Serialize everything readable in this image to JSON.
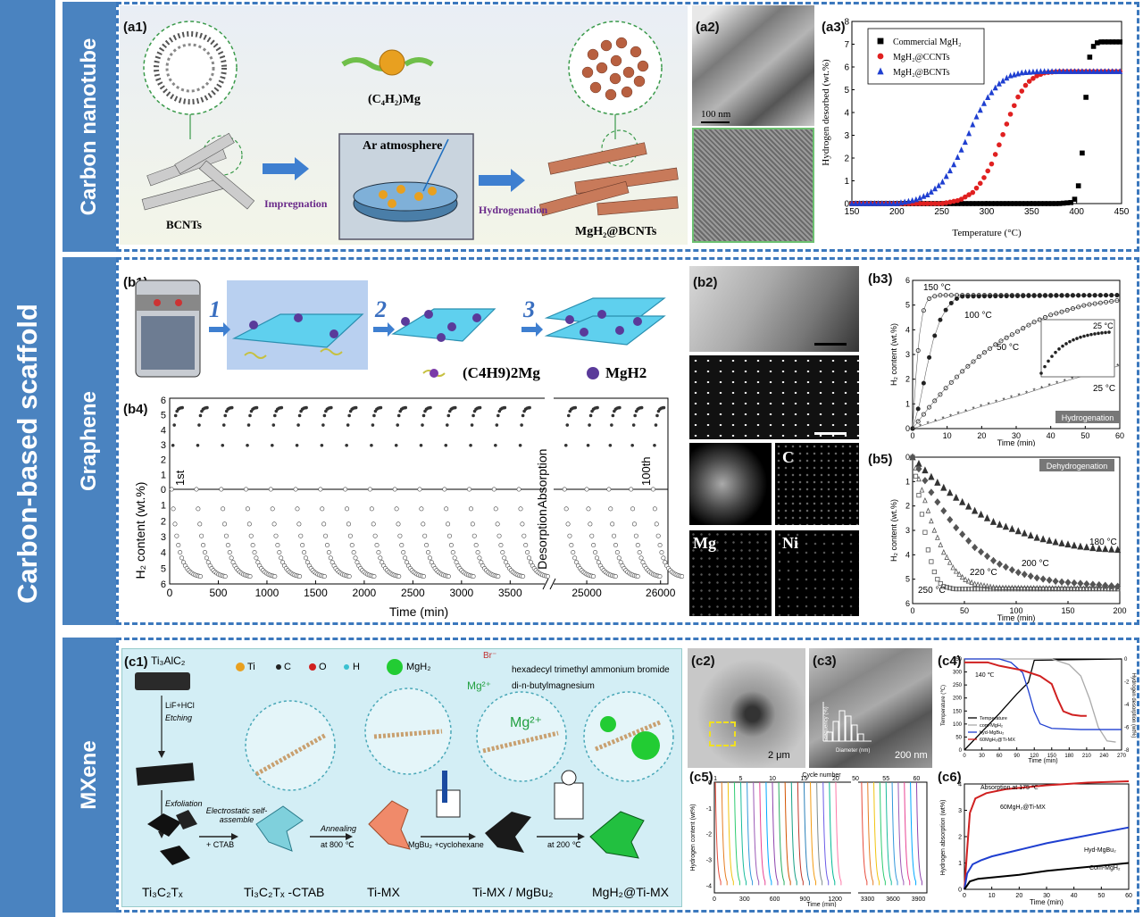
{
  "sidebar": {
    "main_title": "Carbon-based scaffold"
  },
  "sections": {
    "carbon_nanotube": {
      "title": "Carbon nanotube"
    },
    "graphene": {
      "title": "Graphene"
    },
    "mxene": {
      "title": "MXene"
    }
  },
  "panel_labels": {
    "a1": "(a1)",
    "a2": "(a2)",
    "a3": "(a3)",
    "b1": "(b1)",
    "b2": "(b2)",
    "b3": "(b3)",
    "b4": "(b4)",
    "b5": "(b5)",
    "c1": "(c1)",
    "c2": "(c2)",
    "c3": "(c3)",
    "c4": "(c4)",
    "c5": "(c5)",
    "c6": "(c6)"
  },
  "a1": {
    "precursor": "(C₄H₂)Mg",
    "atmosphere": "Ar atmosphere",
    "impregnation": "Impregnation",
    "hydrogenation": "Hydrogenation",
    "bcnts": "BCNTs",
    "product": "MgH₂@BCNTs"
  },
  "a2": {
    "scale": "100 nm"
  },
  "a3": {
    "ylabel": "Hydrogen desorbed (wt.%)",
    "xlabel": "Temperature (°C)",
    "legend": [
      "Commercial MgH₂",
      "MgH₂@CCNTs",
      "MgH₂@BCNTs"
    ],
    "colors": [
      "#000000",
      "#e02020",
      "#1f3fd0"
    ]
  },
  "b1": {
    "steps": [
      "1",
      "2",
      "3"
    ],
    "legend_precursor": "(C4H9)2Mg",
    "legend_hydride": "MgH2"
  },
  "b2": {
    "map_labels": [
      "C",
      "Mg",
      "Ni"
    ]
  },
  "b3": {
    "ylabel": "H₂ content (wt.%)",
    "xlabel": "Time (min)",
    "tag": "Hydrogenation",
    "curve_labels": [
      "150 °C",
      "100 °C",
      "50 °C",
      "25 °C",
      "25 °C"
    ]
  },
  "b4": {
    "ylabel": "H₂ content (wt.%)",
    "xlabel": "Time (min)",
    "absorption": "Absorption",
    "desorption": "Desorption",
    "first": "1st",
    "last": "100th"
  },
  "b5": {
    "ylabel": "H₂ content (wt.%)",
    "xlabel": "Time (min)",
    "tag": "Dehydrogenation",
    "curve_labels": [
      "180 °C",
      "200 °C",
      "220 °C",
      "250 °C"
    ]
  },
  "c1": {
    "start": "Ti₃AlC₂",
    "etch_reagent": "LiF+HCl",
    "etch": "Etching",
    "exfoliation": "Exfoliation",
    "elements": [
      "Ti",
      "C",
      "O",
      "H",
      "MgH₂"
    ],
    "ctab_name": "hexadecyl trimethyl ammonium bromide",
    "mgbu_name": "di-n-butylmagnesium",
    "br": "Br⁻",
    "mg2": "Mg²⁺",
    "mg2b": "Mg²⁺",
    "electro": "Electrostatic self-assemble",
    "ctab": "+ CTAB",
    "annealing": "Annealing",
    "anneal_temp": "at 800 ℃",
    "mgbu_solvent": "MgBu₂ +cyclohexane",
    "hyd_temp": "at 200 ℃",
    "stages": [
      "Ti₃C₂Tₓ",
      "Ti₃C₂Tₓ -CTAB",
      "Ti-MX",
      "Ti-MX / MgBu₂",
      "MgH₂@Ti-MX"
    ]
  },
  "c2": {
    "scale": "2 μm"
  },
  "c3": {
    "scale": "200 nm",
    "ylabel": "Frequency (%)",
    "xlabel": "Diameter (nm)"
  },
  "c4": {
    "ylabel_left": "Temperature (℃)",
    "ylabel_right": "Hydrogen desorption (wt%)",
    "xlabel": "Time (min)",
    "temp_note": "140 ℃",
    "legend": [
      "Temperature",
      "com-MgH₂",
      "hyd-MgBu₂",
      "60MgH₂@Ti-MX"
    ]
  },
  "c5": {
    "title": "Cycle number",
    "ylabel": "Hydrogen content (wt%)",
    "xlabel": "Time (min)"
  },
  "c6": {
    "ylabel": "Hydrogen absorption (wt%)",
    "xlabel": "Time (min)",
    "note": "Absorption at 175 ℃",
    "curve_labels": [
      "60MgH₂@Ti-MX",
      "Hyd-MgBu₂",
      "Com-MgH₂"
    ]
  },
  "chart_data": [
    {
      "id": "a3",
      "type": "scatter",
      "xlabel": "Temperature (°C)",
      "ylabel": "Hydrogen desorbed (wt.%)",
      "xlim": [
        150,
        450
      ],
      "ylim": [
        0,
        8
      ],
      "xticks": [
        150,
        200,
        250,
        300,
        350,
        400,
        450
      ],
      "yticks": [
        0,
        1,
        2,
        3,
        4,
        5,
        6,
        7,
        8
      ],
      "series": [
        {
          "name": "Commercial MgH₂",
          "x": [
            150,
            200,
            250,
            300,
            350,
            380,
            395,
            400,
            405,
            410,
            415,
            420,
            425,
            430,
            450
          ],
          "y": [
            0,
            0,
            0,
            0,
            0,
            0,
            0.05,
            0.3,
            1.5,
            4.5,
            6.6,
            7.0,
            7.1,
            7.1,
            7.1
          ]
        },
        {
          "name": "MgH₂@CCNTs",
          "x": [
            150,
            250,
            270,
            285,
            295,
            305,
            315,
            325,
            335,
            345,
            355,
            365,
            380,
            450
          ],
          "y": [
            0,
            0,
            0.15,
            0.5,
            1.0,
            1.7,
            2.7,
            3.8,
            4.7,
            5.3,
            5.6,
            5.75,
            5.8,
            5.8
          ]
        },
        {
          "name": "MgH₂@BCNTs",
          "x": [
            150,
            200,
            220,
            235,
            250,
            262,
            275,
            287,
            300,
            312,
            325,
            340,
            360,
            450
          ],
          "y": [
            0,
            0,
            0.15,
            0.4,
            0.9,
            1.6,
            2.6,
            3.7,
            4.6,
            5.2,
            5.6,
            5.75,
            5.8,
            5.8
          ]
        }
      ]
    },
    {
      "id": "b3",
      "type": "scatter",
      "xlabel": "Time (min)",
      "ylabel": "H₂ content (wt.%)",
      "xlim": [
        0,
        60
      ],
      "ylim": [
        0,
        6
      ],
      "xticks": [
        0,
        10,
        20,
        30,
        40,
        50,
        60
      ],
      "yticks": [
        0,
        1,
        2,
        3,
        4,
        5,
        6
      ],
      "series": [
        {
          "x": [
            0,
            1,
            2,
            3,
            4,
            5,
            6,
            8,
            60
          ],
          "y": [
            0,
            2.2,
            3.8,
            4.7,
            5.1,
            5.3,
            5.35,
            5.4,
            5.4
          ]
        },
        {
          "x": [
            0,
            2,
            4,
            6,
            8,
            10,
            12,
            14,
            60
          ],
          "y": [
            0,
            1.0,
            2.4,
            3.6,
            4.4,
            4.9,
            5.2,
            5.35,
            5.4
          ]
        },
        {
          "x": [
            0,
            5,
            10,
            15,
            20,
            25,
            30,
            35,
            40,
            45,
            50,
            55,
            60
          ],
          "y": [
            0,
            0.9,
            1.7,
            2.4,
            3.0,
            3.5,
            3.9,
            4.3,
            4.6,
            4.8,
            5.0,
            5.1,
            5.2
          ]
        },
        {
          "x": [
            0,
            10,
            20,
            30,
            40,
            50,
            60
          ],
          "y": [
            0,
            0.45,
            0.9,
            1.3,
            1.75,
            2.15,
            2.55
          ]
        }
      ]
    },
    {
      "id": "b5",
      "type": "scatter",
      "xlabel": "Time (min)",
      "ylabel": "H₂ content (wt.%)",
      "xlim": [
        0,
        200
      ],
      "ylim": [
        6,
        0
      ],
      "xticks": [
        0,
        50,
        100,
        150,
        200
      ],
      "yticks": [
        0,
        1,
        2,
        3,
        4,
        5,
        6
      ],
      "series": [
        {
          "name": "180 °C",
          "x": [
            0,
            20,
            40,
            60,
            80,
            100,
            120,
            140,
            160,
            180,
            200
          ],
          "y": [
            0,
            0.9,
            1.6,
            2.2,
            2.7,
            3.0,
            3.3,
            3.5,
            3.65,
            3.75,
            3.8
          ]
        },
        {
          "name": "200 °C",
          "x": [
            0,
            20,
            40,
            60,
            80,
            100,
            120,
            140,
            200
          ],
          "y": [
            0,
            1.6,
            2.8,
            3.7,
            4.3,
            4.7,
            4.95,
            5.1,
            5.3
          ]
        },
        {
          "name": "220 °C",
          "x": [
            0,
            10,
            20,
            30,
            40,
            50,
            60,
            80,
            200
          ],
          "y": [
            0,
            1.5,
            2.9,
            3.9,
            4.6,
            5.0,
            5.2,
            5.35,
            5.4
          ]
        },
        {
          "name": "250 °C",
          "x": [
            0,
            5,
            10,
            15,
            20,
            25,
            30,
            40,
            200
          ],
          "y": [
            0,
            1.3,
            2.6,
            3.8,
            4.6,
            5.1,
            5.3,
            5.4,
            5.4
          ]
        }
      ]
    },
    {
      "id": "b4",
      "type": "scatter",
      "xlabel": "Time (min)",
      "ylabel": "H₂ content (wt.%)",
      "xticks": [
        0,
        500,
        1000,
        1500,
        2000,
        2500,
        3000,
        3500,
        25000,
        26000
      ],
      "ylim_absorption": [
        0,
        6
      ],
      "ylim_desorption": [
        0,
        6
      ],
      "absorption_max": 5.5,
      "desorption_max": 5.6
    },
    {
      "id": "c4",
      "type": "line",
      "xlabel": "Time (min)",
      "ylabel": "Temperature (℃)",
      "xlim": [
        0,
        270
      ],
      "ylim": [
        0,
        350
      ],
      "xticks": [
        0,
        30,
        60,
        90,
        120,
        150,
        180,
        210,
        240,
        270
      ],
      "yticks": [
        0,
        50,
        100,
        150,
        200,
        250,
        300,
        350
      ],
      "series": [
        {
          "name": "Temperature",
          "x": [
            0,
            30,
            60,
            90,
            110,
            120,
            270
          ],
          "y": [
            0,
            70,
            140,
            215,
            260,
            345,
            350
          ]
        },
        {
          "name": "com-MgH₂",
          "x": [
            0,
            150,
            180,
            200,
            215,
            230,
            245,
            260
          ],
          "y": [
            0,
            0,
            -0.5,
            -1.5,
            -3.5,
            -6.0,
            -7.2,
            -7.3
          ]
        },
        {
          "name": "hyd-MgBu₂",
          "x": [
            0,
            60,
            80,
            100,
            110,
            120,
            130,
            150,
            200,
            270
          ],
          "y": [
            0,
            0,
            -0.3,
            -1.2,
            -2.8,
            -4.6,
            -5.7,
            -6.1,
            -6.2,
            -6.2
          ]
        },
        {
          "name": "60MgH₂@Ti-MX",
          "x": [
            0,
            40,
            60,
            100,
            130,
            150,
            160,
            170,
            185,
            200,
            210
          ],
          "y": [
            -0.3,
            -0.3,
            -0.6,
            -1.0,
            -1.5,
            -2.2,
            -3.5,
            -4.6,
            -4.9,
            -5.0,
            -5.0
          ]
        }
      ]
    },
    {
      "id": "c6",
      "type": "line",
      "xlabel": "Time (min)",
      "ylabel": "Hydrogen absorption (wt%)",
      "xlim": [
        0,
        60
      ],
      "ylim": [
        0,
        4
      ],
      "xticks": [
        0,
        10,
        20,
        30,
        40,
        50,
        60
      ],
      "yticks": [
        0,
        1,
        2,
        3,
        4
      ],
      "series": [
        {
          "name": "60MgH₂@Ti-MX",
          "x": [
            0,
            1,
            2,
            4,
            8,
            15,
            30,
            45,
            60
          ],
          "y": [
            0,
            1.5,
            2.9,
            3.45,
            3.65,
            3.8,
            3.95,
            4.05,
            4.1
          ]
        },
        {
          "name": "Hyd-MgBu₂",
          "x": [
            0,
            1,
            3,
            6,
            10,
            20,
            30,
            40,
            50,
            60
          ],
          "y": [
            0,
            0.6,
            0.95,
            1.1,
            1.25,
            1.5,
            1.75,
            1.95,
            2.15,
            2.35
          ]
        },
        {
          "name": "Com-MgH₂",
          "x": [
            0,
            2,
            5,
            10,
            20,
            30,
            40,
            50,
            60
          ],
          "y": [
            0,
            0.3,
            0.4,
            0.45,
            0.55,
            0.7,
            0.8,
            0.9,
            1.0
          ]
        }
      ]
    },
    {
      "id": "c5",
      "type": "line",
      "xlabel": "Time (min)",
      "ylabel": "Hydrogen content (wt%)",
      "xticks": [
        0,
        300,
        600,
        900,
        1200,
        3300,
        3600,
        3900
      ],
      "cycle_ticks": [
        1,
        5,
        10,
        15,
        20,
        50,
        55,
        60
      ],
      "ylim": [
        -4,
        0
      ]
    }
  ]
}
